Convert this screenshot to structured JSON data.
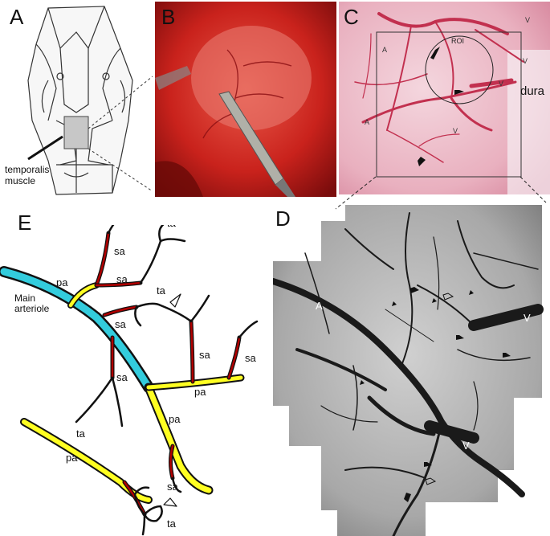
{
  "panels": {
    "a": {
      "letter": "A",
      "muscle_label_line1": "temporalis",
      "muscle_label_line2": "muscle"
    },
    "b": {
      "letter": "B"
    },
    "c": {
      "letter": "C",
      "roi_label": "ROI",
      "dura_label": "dura",
      "artery_label": "A",
      "vein_label": "V"
    },
    "d": {
      "letter": "D",
      "artery_label": "A",
      "vein_label": "V"
    },
    "e": {
      "letter": "E",
      "main_arteriole_line1": "Main",
      "main_arteriole_line2": "arteriole",
      "pa": "pa",
      "sa": "sa",
      "ta": "ta"
    }
  },
  "colors": {
    "main_arteriole": "#33ccdd",
    "penetrating_arteriole": "#ffff22",
    "surface_arteriole": "#b00000",
    "terminal_arteriole": "#111111"
  }
}
